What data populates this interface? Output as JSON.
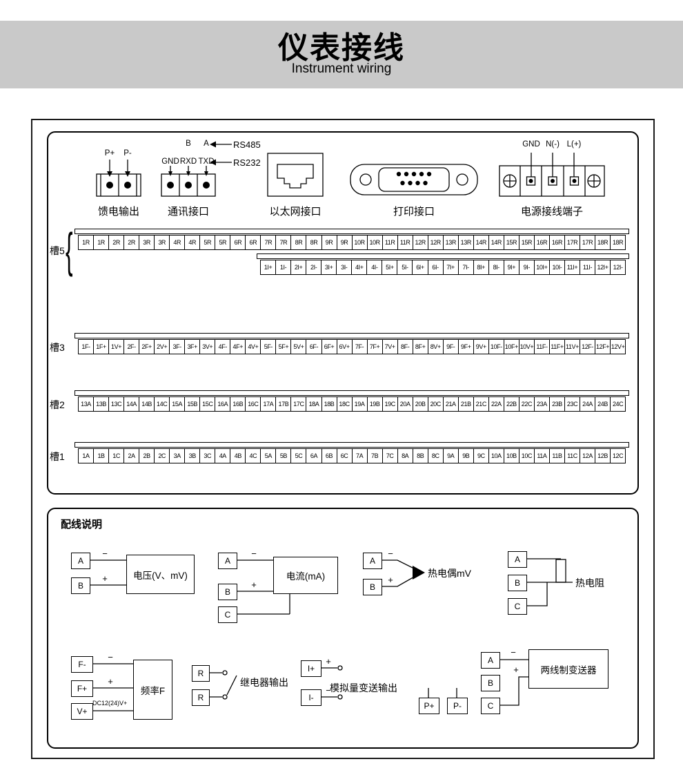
{
  "header": {
    "title": "仪表接线",
    "subtitle": "Instrument wiring"
  },
  "connectors": {
    "feed": {
      "label": "馈电输出",
      "pins": [
        "P+",
        "P-"
      ]
    },
    "comm": {
      "label": "通讯接口",
      "row1_pins": [
        "B",
        "A"
      ],
      "row1_tag": "RS485",
      "row2_pins": [
        "GND",
        "RXD",
        "TXD"
      ],
      "row2_tag": "RS232"
    },
    "ethernet": {
      "label": "以太网接口"
    },
    "printer": {
      "label": "打印接口"
    },
    "power": {
      "label": "电源接线端子",
      "pins": [
        "GND",
        "N(-)",
        "L(+)"
      ]
    }
  },
  "slots": [
    {
      "name": "槽5",
      "rows": [
        [
          "1R",
          "1R",
          "2R",
          "2R",
          "3R",
          "3R",
          "4R",
          "4R",
          "5R",
          "5R",
          "6R",
          "6R",
          "7R",
          "7R",
          "8R",
          "8R",
          "9R",
          "9R",
          "10R",
          "10R",
          "11R",
          "11R",
          "12R",
          "12R",
          "13R",
          "13R",
          "14R",
          "14R",
          "15R",
          "15R",
          "16R",
          "16R",
          "17R",
          "17R",
          "18R",
          "18R"
        ],
        [
          "1I+",
          "1I-",
          "2I+",
          "2I-",
          "3I+",
          "3I-",
          "4I+",
          "4I-",
          "5I+",
          "5I-",
          "6I+",
          "6I-",
          "7I+",
          "7I-",
          "8I+",
          "8I-",
          "9I+",
          "9I-",
          "10I+",
          "10I-",
          "11I+",
          "11I-",
          "12I+",
          "12I-"
        ]
      ]
    },
    {
      "name": "槽3",
      "rows": [
        [
          "1F-",
          "1F+",
          "1V+",
          "2F-",
          "2F+",
          "2V+",
          "3F-",
          "3F+",
          "3V+",
          "4F-",
          "4F+",
          "4V+",
          "5F-",
          "5F+",
          "5V+",
          "6F-",
          "6F+",
          "6V+",
          "7F-",
          "7F+",
          "7V+",
          "8F-",
          "8F+",
          "8V+",
          "9F-",
          "9F+",
          "9V+",
          "10F-",
          "10F+",
          "10V+",
          "11F-",
          "11F+",
          "11V+",
          "12F-",
          "12F+",
          "12V+"
        ]
      ]
    },
    {
      "name": "槽2",
      "rows": [
        [
          "13A",
          "13B",
          "13C",
          "14A",
          "14B",
          "14C",
          "15A",
          "15B",
          "15C",
          "16A",
          "16B",
          "16C",
          "17A",
          "17B",
          "17C",
          "18A",
          "18B",
          "18C",
          "19A",
          "19B",
          "19C",
          "20A",
          "20B",
          "20C",
          "21A",
          "21B",
          "21C",
          "22A",
          "22B",
          "22C",
          "23A",
          "23B",
          "23C",
          "24A",
          "24B",
          "24C"
        ]
      ]
    },
    {
      "name": "槽1",
      "rows": [
        [
          "1A",
          "1B",
          "1C",
          "2A",
          "2B",
          "2C",
          "3A",
          "3B",
          "3C",
          "4A",
          "4B",
          "4C",
          "5A",
          "5B",
          "5C",
          "6A",
          "6B",
          "6C",
          "7A",
          "7B",
          "7C",
          "8A",
          "8B",
          "8C",
          "9A",
          "9B",
          "9C",
          "10A",
          "10B",
          "10C",
          "11A",
          "11B",
          "11C",
          "12A",
          "12B",
          "12C"
        ]
      ]
    }
  ],
  "wiring": {
    "title": "配线说明",
    "voltage": {
      "box": "电压(V、mV)",
      "terminals": [
        "A",
        "B"
      ],
      "signs": [
        "−",
        "+"
      ]
    },
    "current": {
      "box": "电流(mA)",
      "terminals": [
        "A",
        "B",
        "C"
      ],
      "signs": [
        "−",
        "+"
      ]
    },
    "thermocouple": {
      "label": "热电偶mV",
      "terminals": [
        "A",
        "B"
      ],
      "signs": [
        "−",
        "+"
      ]
    },
    "rtd": {
      "label": "热电阻",
      "terminals": [
        "A",
        "B",
        "C"
      ]
    },
    "frequency": {
      "box": "频率F",
      "terminals": [
        "F-",
        "F+",
        "V+"
      ],
      "signs": [
        "−",
        "+"
      ],
      "v_note": "DC12(24)V+"
    },
    "relay": {
      "label": "继电器输出",
      "terminals": [
        "R",
        "R"
      ]
    },
    "analog_out": {
      "label": "模拟量变送输出",
      "terminals": [
        "I+",
        "I-"
      ],
      "signs": [
        "+",
        "−"
      ]
    },
    "transmitter": {
      "box": "两线制变送器",
      "terminals": [
        "A",
        "B",
        "C"
      ],
      "power_terminals": [
        "P+",
        "P-"
      ],
      "signs": [
        "−",
        "+"
      ]
    }
  }
}
